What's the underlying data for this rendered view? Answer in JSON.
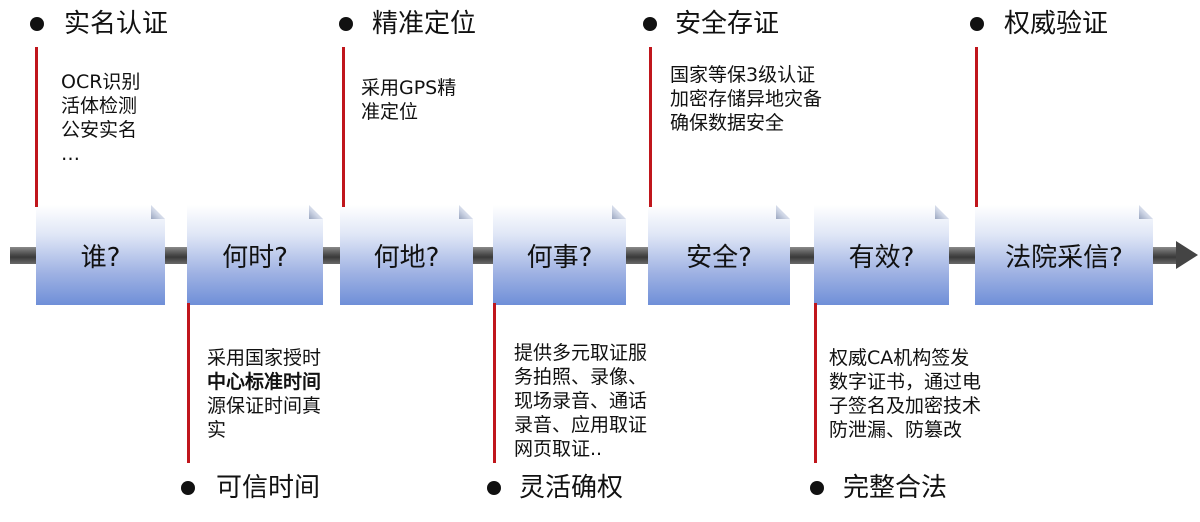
{
  "stages": [
    {
      "label": "谁?"
    },
    {
      "label": "何时?"
    },
    {
      "label": "何地?"
    },
    {
      "label": "何事?"
    },
    {
      "label": "安全?"
    },
    {
      "label": "有效?"
    },
    {
      "label": "法院采信?"
    }
  ],
  "top_callouts": [
    {
      "title": "实名认证",
      "lines": [
        "OCR识别",
        "活体检测",
        "公安实名",
        "…"
      ]
    },
    {
      "title": "精准定位",
      "lines": [
        "采用GPS精",
        "准定位"
      ]
    },
    {
      "title": "安全存证",
      "lines": [
        "国家等保3级认证",
        "加密存储异地灾备",
        "确保数据安全"
      ]
    },
    {
      "title": "权威验证",
      "lines": []
    }
  ],
  "bottom_callouts": [
    {
      "title": "可信时间",
      "lines": [
        "采用国家授时",
        "中心标准时间",
        "源保证时间真",
        "实"
      ]
    },
    {
      "title": "灵活确权",
      "lines": [
        "提供多元取证服",
        "务拍照、录像、",
        "现场录音、通话",
        "录音、应用取证",
        "网页取证.."
      ]
    },
    {
      "title": "完整合法",
      "lines": [
        "权威CA机构签发",
        "数字证书，通过电",
        "子签名及加密技术",
        "防泄漏、防篡改"
      ]
    }
  ]
}
